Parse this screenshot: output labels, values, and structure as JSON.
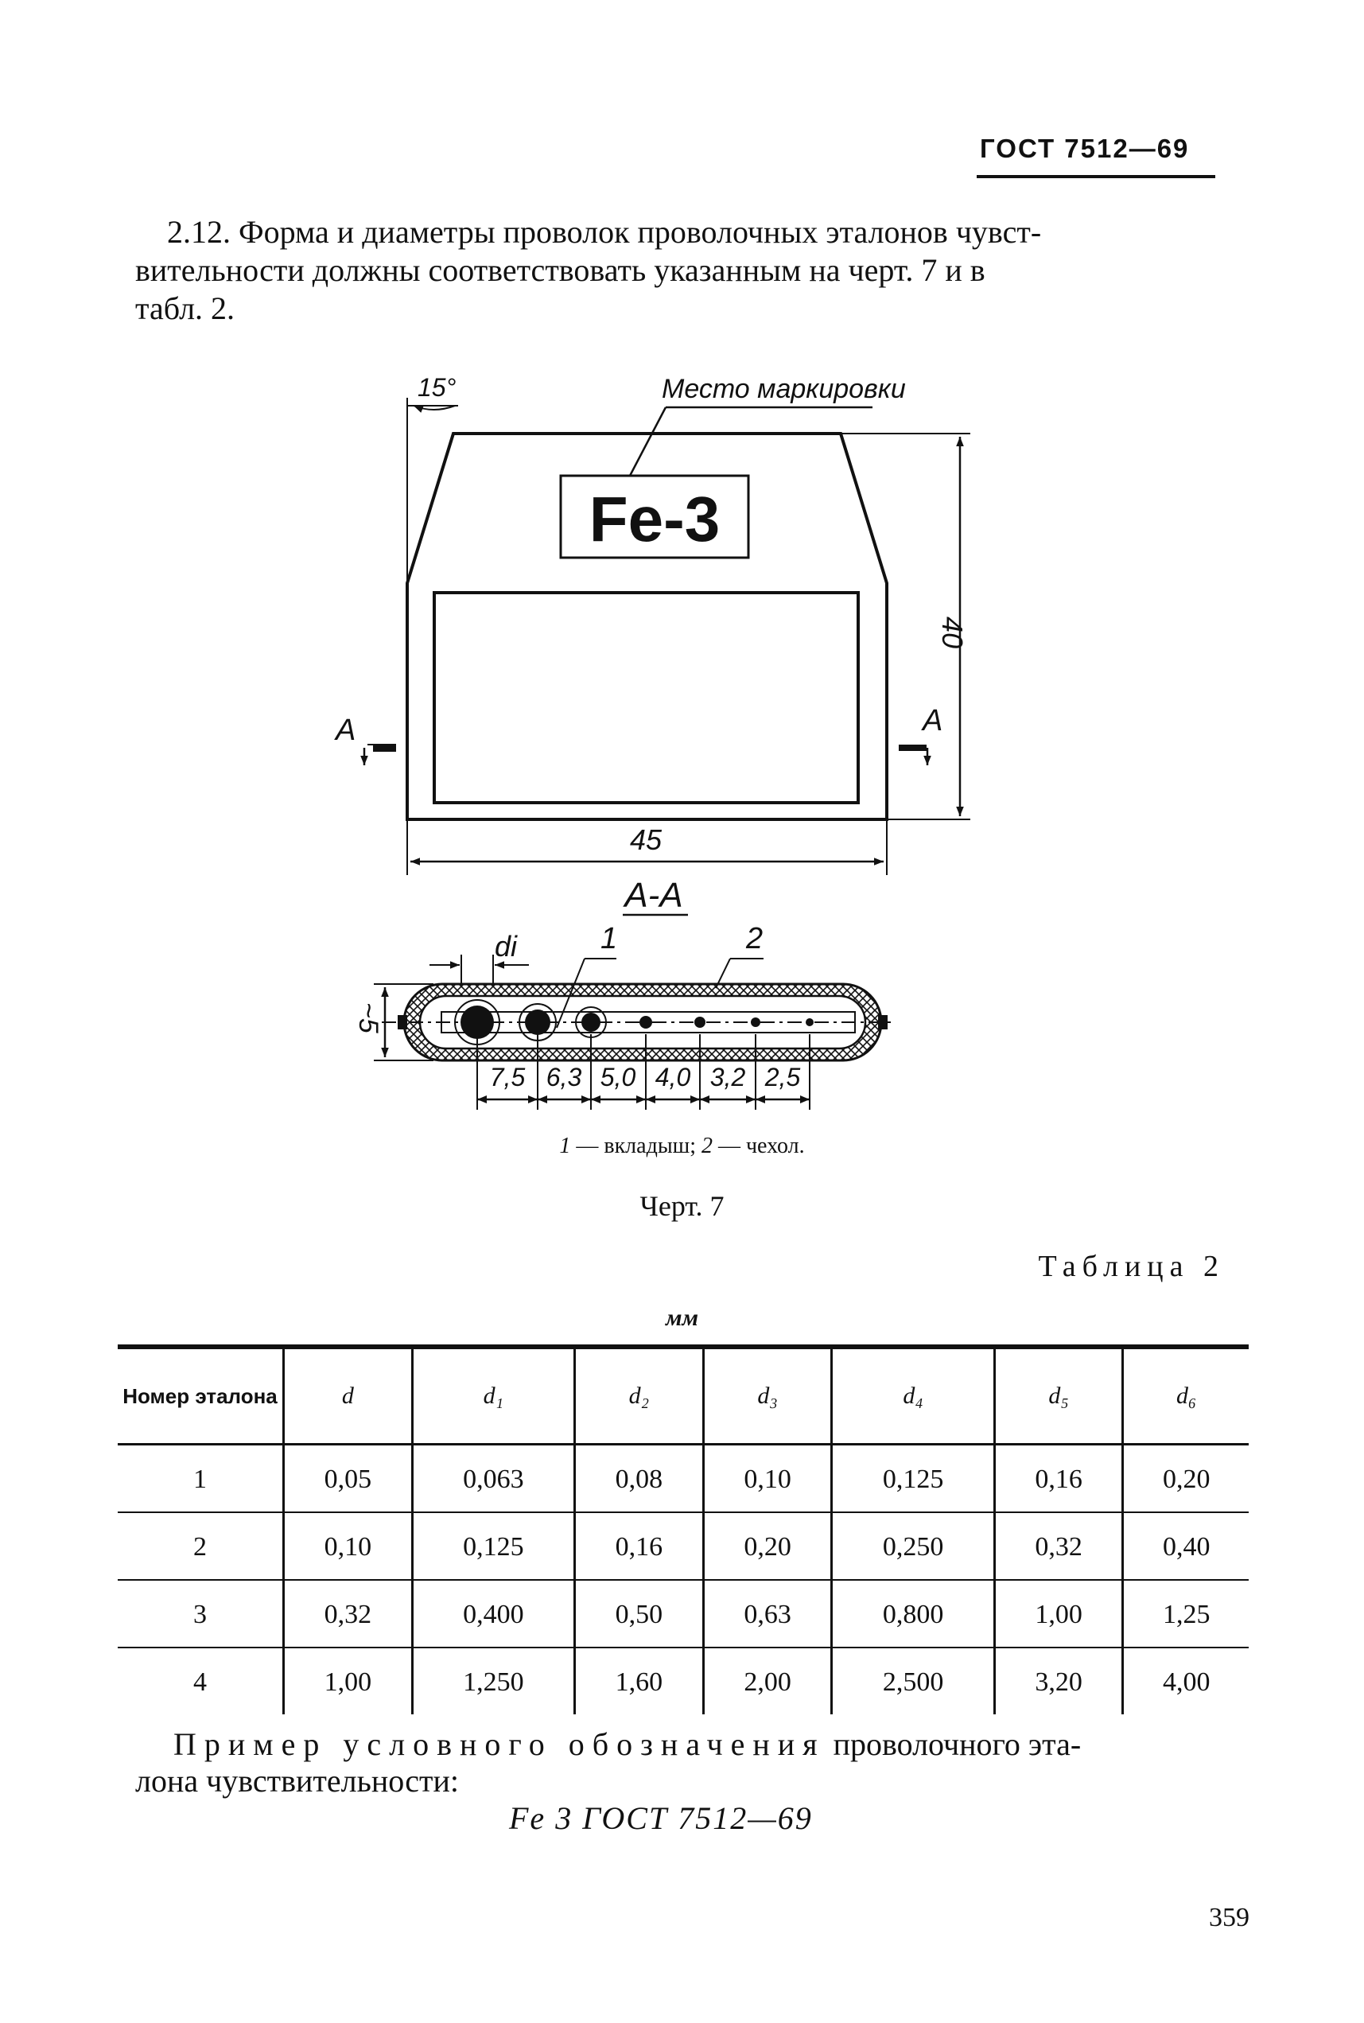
{
  "header": {
    "standard": "ГОСТ 7512—69"
  },
  "paragraph": {
    "line1": "2.12. Форма и диаметры проволок проволочных эталонов чувст-",
    "line2": "вительности должны соответствовать указанным на черт. 7 и в",
    "line3": "табл. 2."
  },
  "figure": {
    "marking_label": "Место маркировки",
    "plate_label": "Fe-3",
    "angle": "15°",
    "height_dim": "40",
    "width_dim": "45",
    "section_mark": "А",
    "section_title": "А-А",
    "wire_label": "di",
    "callout_1": "1",
    "callout_2": "2",
    "thickness_dim": "~5",
    "spacings": [
      "7,5",
      "6,3",
      "5,0",
      "4,0",
      "3,2",
      "2,5"
    ],
    "legend_num1": "1",
    "legend_text1": " — вкладыш; ",
    "legend_num2": "2",
    "legend_text2": " — чехол.",
    "caption": "Черт. 7"
  },
  "table": {
    "label": "Таблица 2",
    "units": "мм",
    "header_first": "Номер эталона",
    "columns": [
      "d",
      "d₁",
      "d₂",
      "d₃",
      "d₄",
      "d₅",
      "d₆"
    ],
    "rows": [
      [
        "1",
        "0,05",
        "0,063",
        "0,08",
        "0,10",
        "0,125",
        "0,16",
        "0,20"
      ],
      [
        "2",
        "0,10",
        "0,125",
        "0,16",
        "0,20",
        "0,250",
        "0,32",
        "0,40"
      ],
      [
        "3",
        "0,32",
        "0,400",
        "0,50",
        "0,63",
        "0,800",
        "1,00",
        "1,25"
      ],
      [
        "4",
        "1,00",
        "1,250",
        "1,60",
        "2,00",
        "2,500",
        "3,20",
        "4,00"
      ]
    ]
  },
  "example": {
    "lead": "Пример условного обозначения",
    "rest": " проволочного эта-",
    "line2": "лона чувствительности:",
    "designation": "Fe 3 ГОСТ 7512—69"
  },
  "page_number": "359"
}
